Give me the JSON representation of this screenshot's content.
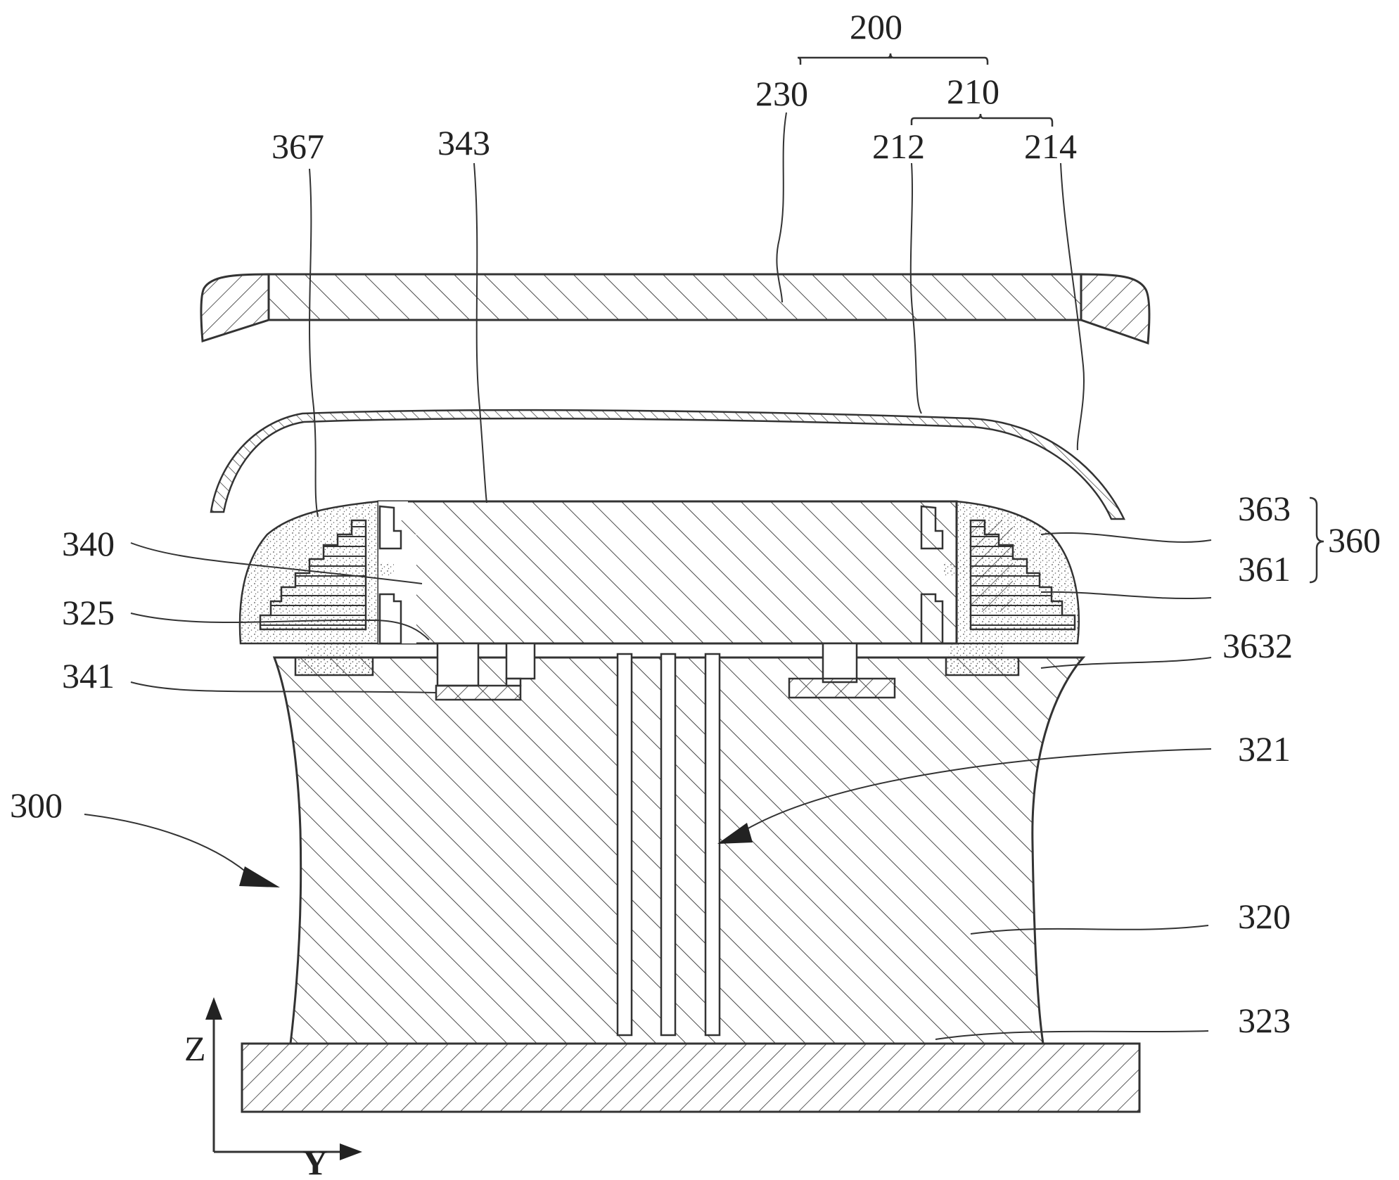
{
  "figure": {
    "labels": {
      "assembly_200": "200",
      "part_230": "230",
      "group_210": "210",
      "part_212": "212",
      "part_214": "214",
      "part_367": "367",
      "part_343": "343",
      "part_363": "363",
      "part_361": "361",
      "group_360": "360",
      "part_340": "340",
      "part_325": "325",
      "part_3632": "3632",
      "part_341": "341",
      "part_321": "321",
      "assembly_300": "300",
      "part_320": "320",
      "part_323": "323"
    },
    "axes": {
      "z": "Z",
      "y": "Y"
    }
  }
}
